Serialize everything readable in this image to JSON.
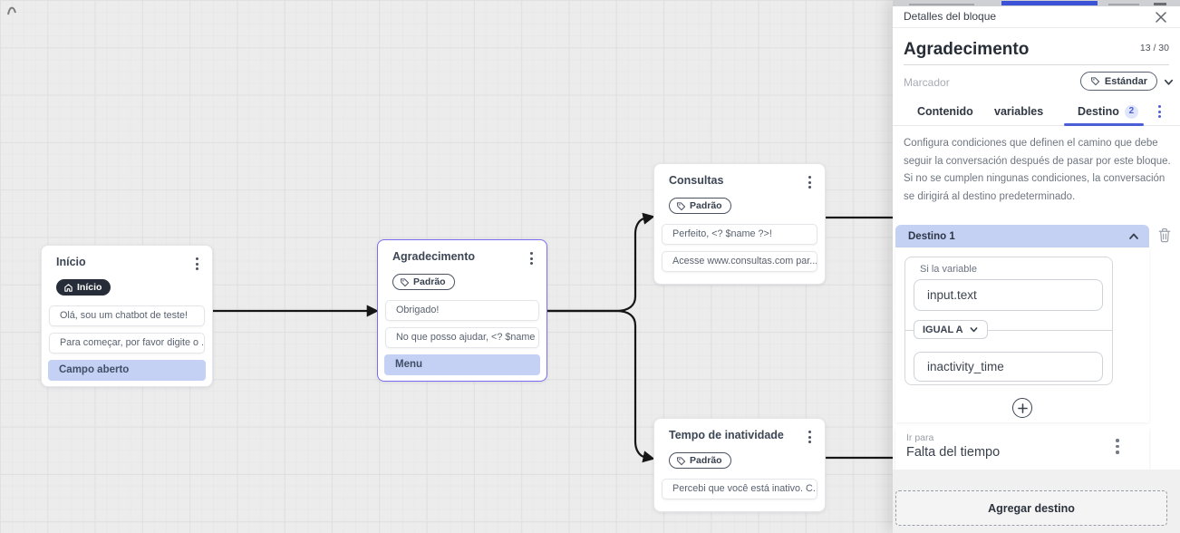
{
  "canvas": {
    "nodes": [
      {
        "title": "Início",
        "badge_label": "Início",
        "messages": [
          "Olá, sou um chatbot de teste!",
          "Para começar, por favor digite o ..."
        ],
        "action": "Campo aberto"
      },
      {
        "title": "Agradecimento",
        "badge_label": "Padrão",
        "messages": [
          "Obrigado!",
          "No que posso ajudar, <? $name ..."
        ],
        "action": "Menu"
      },
      {
        "title": "Consultas",
        "badge_label": "Padrão",
        "messages": [
          "Perfeito, <? $name ?>!",
          "Acesse www.consultas.com par..."
        ]
      },
      {
        "title": "Tempo de inatividade",
        "badge_label": "Padrão",
        "messages": [
          "Percebi que você está inativo. C..."
        ]
      }
    ]
  },
  "panel": {
    "title": "Detalles del bloque",
    "block_name": "Agradecimento",
    "char_counter": "13 / 30",
    "marker_placeholder": "Marcador",
    "marker_value": "Estándar",
    "tabs": {
      "contenido": "Contenido",
      "variables": "variables",
      "destino": "Destino",
      "destino_badge": "2"
    },
    "description": "Configura condiciones que definen el camino que debe seguir la conversación después de pasar por este bloque. Si no se cumplen ningunas condiciones, la conversación se dirigirá al destino predeterminado.",
    "destination": {
      "header": "Destino 1",
      "condition_label": "Si la variable",
      "variable_value": "input.text",
      "operator_value": "IGUAL A",
      "compare_value": "inactivity_time",
      "goto_label": "Ir para",
      "goto_value": "Falta del tiempo"
    },
    "add_destination": "Agregar destino"
  },
  "icons": {
    "home-icon": "house glyph",
    "tag-icon": "label/tag glyph",
    "kebab-icon": "⋮",
    "close-icon": "✕",
    "chevron-down-icon": "⌄",
    "chevron-up-icon": "⌃",
    "trash-icon": "trash outline",
    "plus-icon": "+"
  },
  "colors": {
    "accent_blue": "#4c5ed6",
    "tab_badge_bg": "#dfe5fb",
    "destino_header_bg": "#c5d1f3",
    "highlight_row_bg": "#c4d0f4",
    "selected_node_border": "#7b6cf1",
    "inicio_badge_bg": "#272d38",
    "connector": "#161616",
    "canvas_bg": "#ececec"
  }
}
